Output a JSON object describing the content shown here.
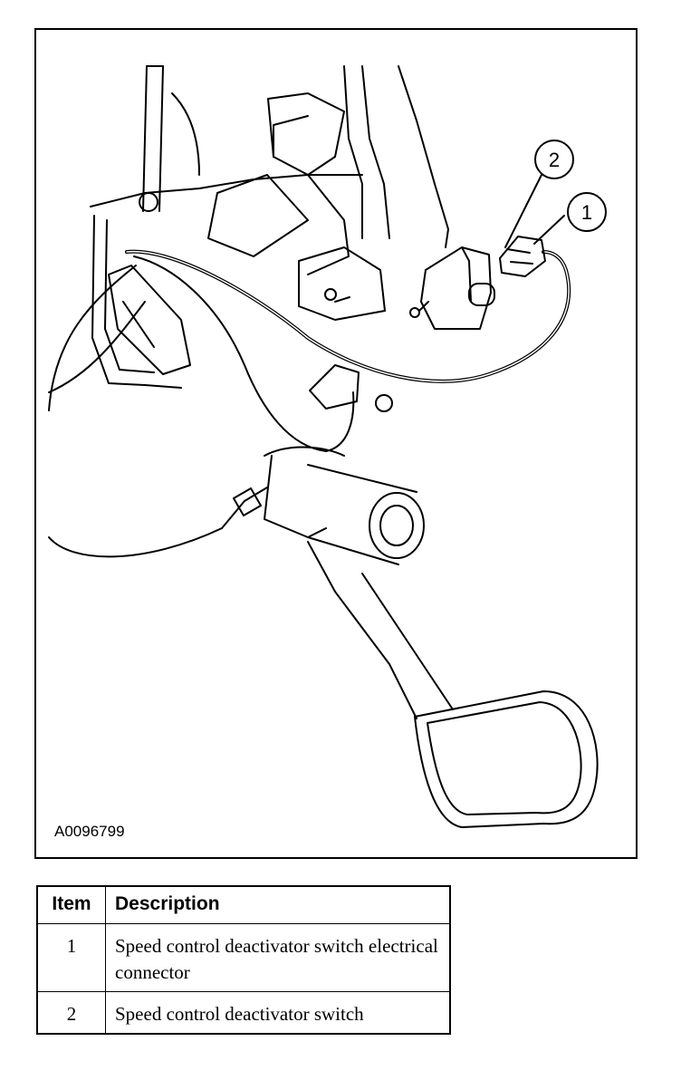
{
  "figure": {
    "id_label": "A0096799",
    "callouts": [
      "1",
      "2"
    ]
  },
  "legend": {
    "headers": {
      "item": "Item",
      "description": "Description"
    },
    "rows": [
      {
        "item": "1",
        "description": "Speed control deactivator switch electrical connector"
      },
      {
        "item": "2",
        "description": "Speed control deactivator switch"
      }
    ]
  }
}
